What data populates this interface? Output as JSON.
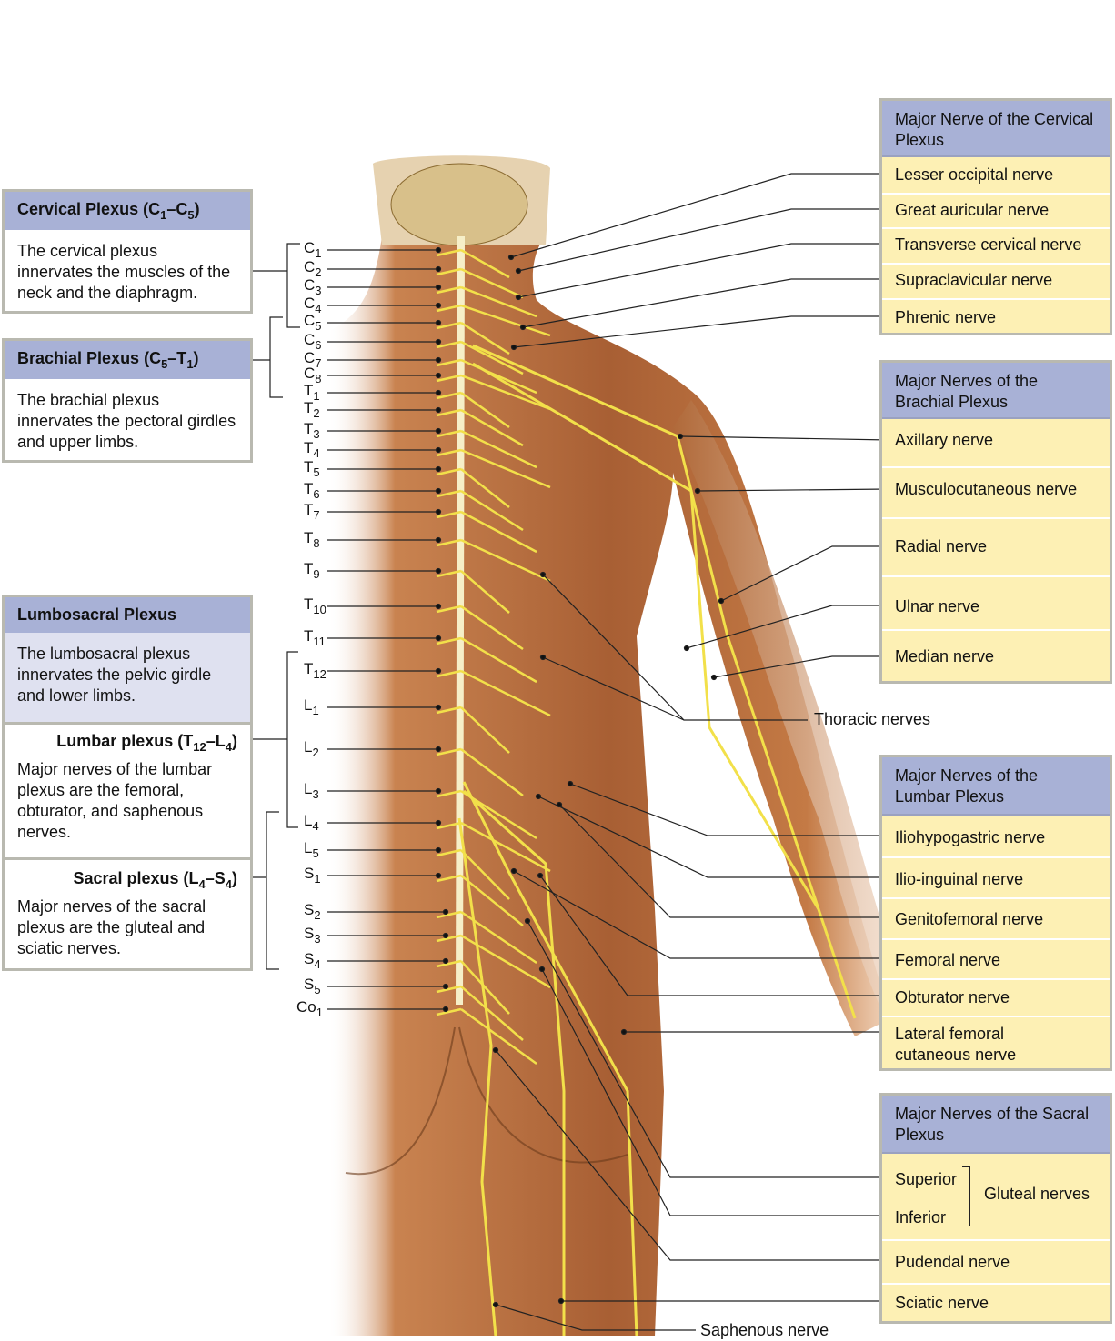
{
  "left_boxes": {
    "cervical": {
      "title": [
        "Cervical Plexus (C",
        "1",
        "–C",
        "5",
        ")"
      ],
      "desc": "The cervical plexus innervates the muscles of the neck and the diaphragm."
    },
    "brachial": {
      "title": [
        "Brachial Plexus (C",
        "5",
        "–T",
        "1",
        ")"
      ],
      "desc": "The brachial plexus innervates the pectoral girdles and upper limbs."
    },
    "lumbosacral": {
      "title": "Lumbosacral Plexus",
      "desc": "The lumbosacral plexus innervates the pelvic girdle and lower limbs.",
      "lumbar": {
        "title": [
          "Lumbar plexus (T",
          "12",
          "–L",
          "4",
          ")"
        ],
        "desc": "Major nerves of the lumbar plexus are the femoral, obturator, and saphenous nerves."
      },
      "sacral": {
        "title": [
          "Sacral plexus (L",
          "4",
          "–S",
          "4",
          ")"
        ],
        "desc": "Major nerves of the sacral plexus are the gluteal and sciatic nerves."
      }
    }
  },
  "spinal_levels": [
    [
      "C",
      "1"
    ],
    [
      "C",
      "2"
    ],
    [
      "C",
      "3"
    ],
    [
      "C",
      "4"
    ],
    [
      "C",
      "5"
    ],
    [
      "C",
      "6"
    ],
    [
      "C",
      "7"
    ],
    [
      "C",
      "8"
    ],
    [
      "T",
      "1"
    ],
    [
      "T",
      "2"
    ],
    [
      "T",
      "3"
    ],
    [
      "T",
      "4"
    ],
    [
      "T",
      "5"
    ],
    [
      "T",
      "6"
    ],
    [
      "T",
      "7"
    ],
    [
      "T",
      "8"
    ],
    [
      "T",
      "9"
    ],
    [
      "T",
      "10"
    ],
    [
      "T",
      "11"
    ],
    [
      "T",
      "12"
    ],
    [
      "L",
      "1"
    ],
    [
      "L",
      "2"
    ],
    [
      "L",
      "3"
    ],
    [
      "L",
      "4"
    ],
    [
      "L",
      "5"
    ],
    [
      "S",
      "1"
    ],
    [
      "S",
      "2"
    ],
    [
      "S",
      "3"
    ],
    [
      "S",
      "4"
    ],
    [
      "S",
      "5"
    ],
    [
      "Co",
      "1"
    ]
  ],
  "right_boxes": {
    "cervical": {
      "title": "Major Nerve of the Cervical Plexus",
      "items": [
        "Lesser occipital nerve",
        "Great auricular nerve",
        "Transverse cervical nerve",
        "Supraclavicular nerve",
        "Phrenic nerve"
      ]
    },
    "brachial": {
      "title": "Major Nerves of the Brachial Plexus",
      "items": [
        "Axillary nerve",
        "Musculocutaneous nerve",
        "Radial nerve",
        "Ulnar nerve",
        "Median nerve"
      ]
    },
    "lumbar": {
      "title": "Major Nerves of the Lumbar Plexus",
      "items": [
        "Iliohypogastric nerve",
        "Ilio-inguinal nerve",
        "Genitofemoral nerve",
        "Femoral nerve",
        "Obturator nerve",
        "Lateral femoral cutaneous nerve"
      ]
    },
    "sacral": {
      "title": "Major Nerves of the Sacral Plexus",
      "items": [
        "Superior",
        "Inferior",
        "Gluteal nerves",
        "Pudendal nerve",
        "Sciatic nerve"
      ]
    }
  },
  "free_labels": {
    "thoracic": "Thoracic nerves",
    "saphenous": "Saphenous nerve"
  },
  "colors": {
    "header": "#a8b1d6",
    "item_bg": "#fdf0b4",
    "nerve": "#f2e04a",
    "skin": "#b0683a"
  }
}
